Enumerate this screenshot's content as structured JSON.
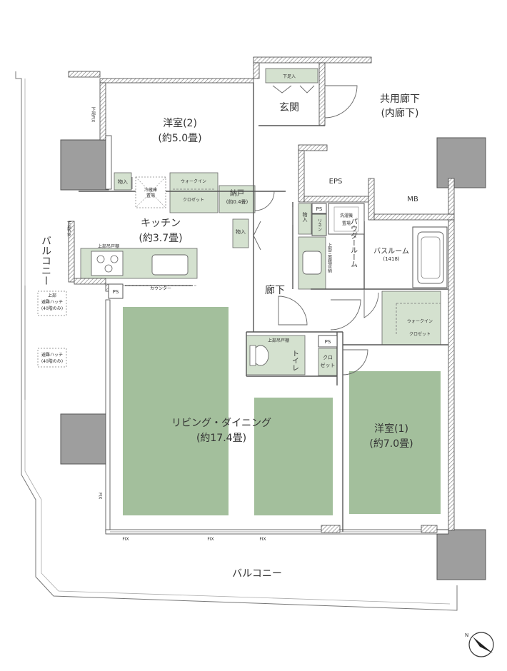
{
  "rooms": {
    "western_room_2": {
      "name": "洋室(2)",
      "area": "(約5.0畳)"
    },
    "entrance": "玄関",
    "common_corridor": {
      "line1": "共用廊下",
      "line2": "(内廊下)"
    },
    "eps": "EPS",
    "mb": "MB",
    "kitchen": {
      "name": "キッチン",
      "area": "(約3.7畳)"
    },
    "living_dining": {
      "name": "リビング・ダイニング",
      "area": "(約17.4畳)"
    },
    "western_room_1": {
      "name": "洋室(1)",
      "area": "(約7.0畳)"
    },
    "corridor": "廊下",
    "powder_room": "パウダールーム",
    "bathroom": {
      "name": "バスルーム",
      "size": "(1418)"
    },
    "toilet": "トイレ",
    "balcony_south": "バルコニー",
    "balcony_west": "バルコニー"
  },
  "fixtures": {
    "shoe_storage": "下足入",
    "walkin_closet_top": {
      "line1": "ウォークイン",
      "line2": "クロゼット"
    },
    "walkin_closet_right": {
      "line1": "ウォークイン",
      "line2": "クロゼット"
    },
    "storage_top": {
      "line1": "納戸",
      "line2": "(約0.4畳)"
    },
    "storage_1": "物入",
    "storage_2": "物入",
    "storage_3": "物入",
    "fridge": {
      "line1": "冷蔵庫",
      "line2": "置場"
    },
    "upper_cabinet_kitchen": "上部吊戸棚",
    "upper_cabinet_toilet": "上部吊戸棚",
    "counter": "カウンター",
    "washer": {
      "line1": "洗濯機",
      "line2": "置場"
    },
    "linen": {
      "line1": "リネン",
      "line2": "庫"
    },
    "vanity_cabinet": "上部三面鏡収納",
    "closet": {
      "line1": "クロ",
      "line2": "ゼット"
    },
    "ps_1": "PS",
    "ps_2": "PS",
    "ps_3": "PS",
    "hatch_1": {
      "line1": "上部",
      "line2": "避難ハッチ",
      "line3": "(40階のみ)"
    },
    "hatch_2": {
      "line1": "避難ハッチ",
      "line2": "(40階のみ)"
    },
    "fix_labels": [
      "下部FIX",
      "下部FIX",
      "FIX",
      "FIX",
      "FIX",
      "FIX"
    ],
    "compass": "N"
  },
  "colors": {
    "room_green": "#a3bf9c",
    "fixture_green": "#d4e1cf",
    "column_gray": "#9e9e9e",
    "wall": "#555555"
  }
}
